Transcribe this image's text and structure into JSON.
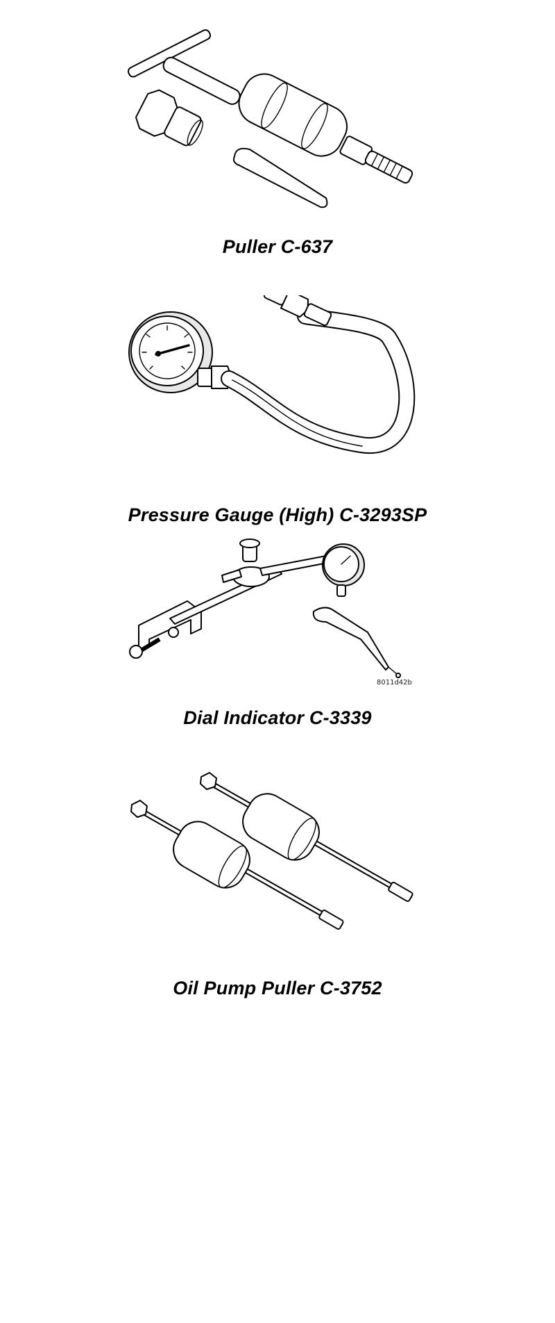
{
  "tools": [
    {
      "caption": "Puller C-637",
      "icon": "slide-hammer-puller-icon"
    },
    {
      "caption": "Pressure Gauge (High) C-3293SP",
      "icon": "pressure-gauge-icon"
    },
    {
      "caption": "Dial Indicator C-3339",
      "icon": "dial-indicator-icon"
    },
    {
      "caption": "Oil Pump Puller C-3752",
      "icon": "oil-pump-puller-icon"
    }
  ],
  "figure_code": "8011d42b"
}
